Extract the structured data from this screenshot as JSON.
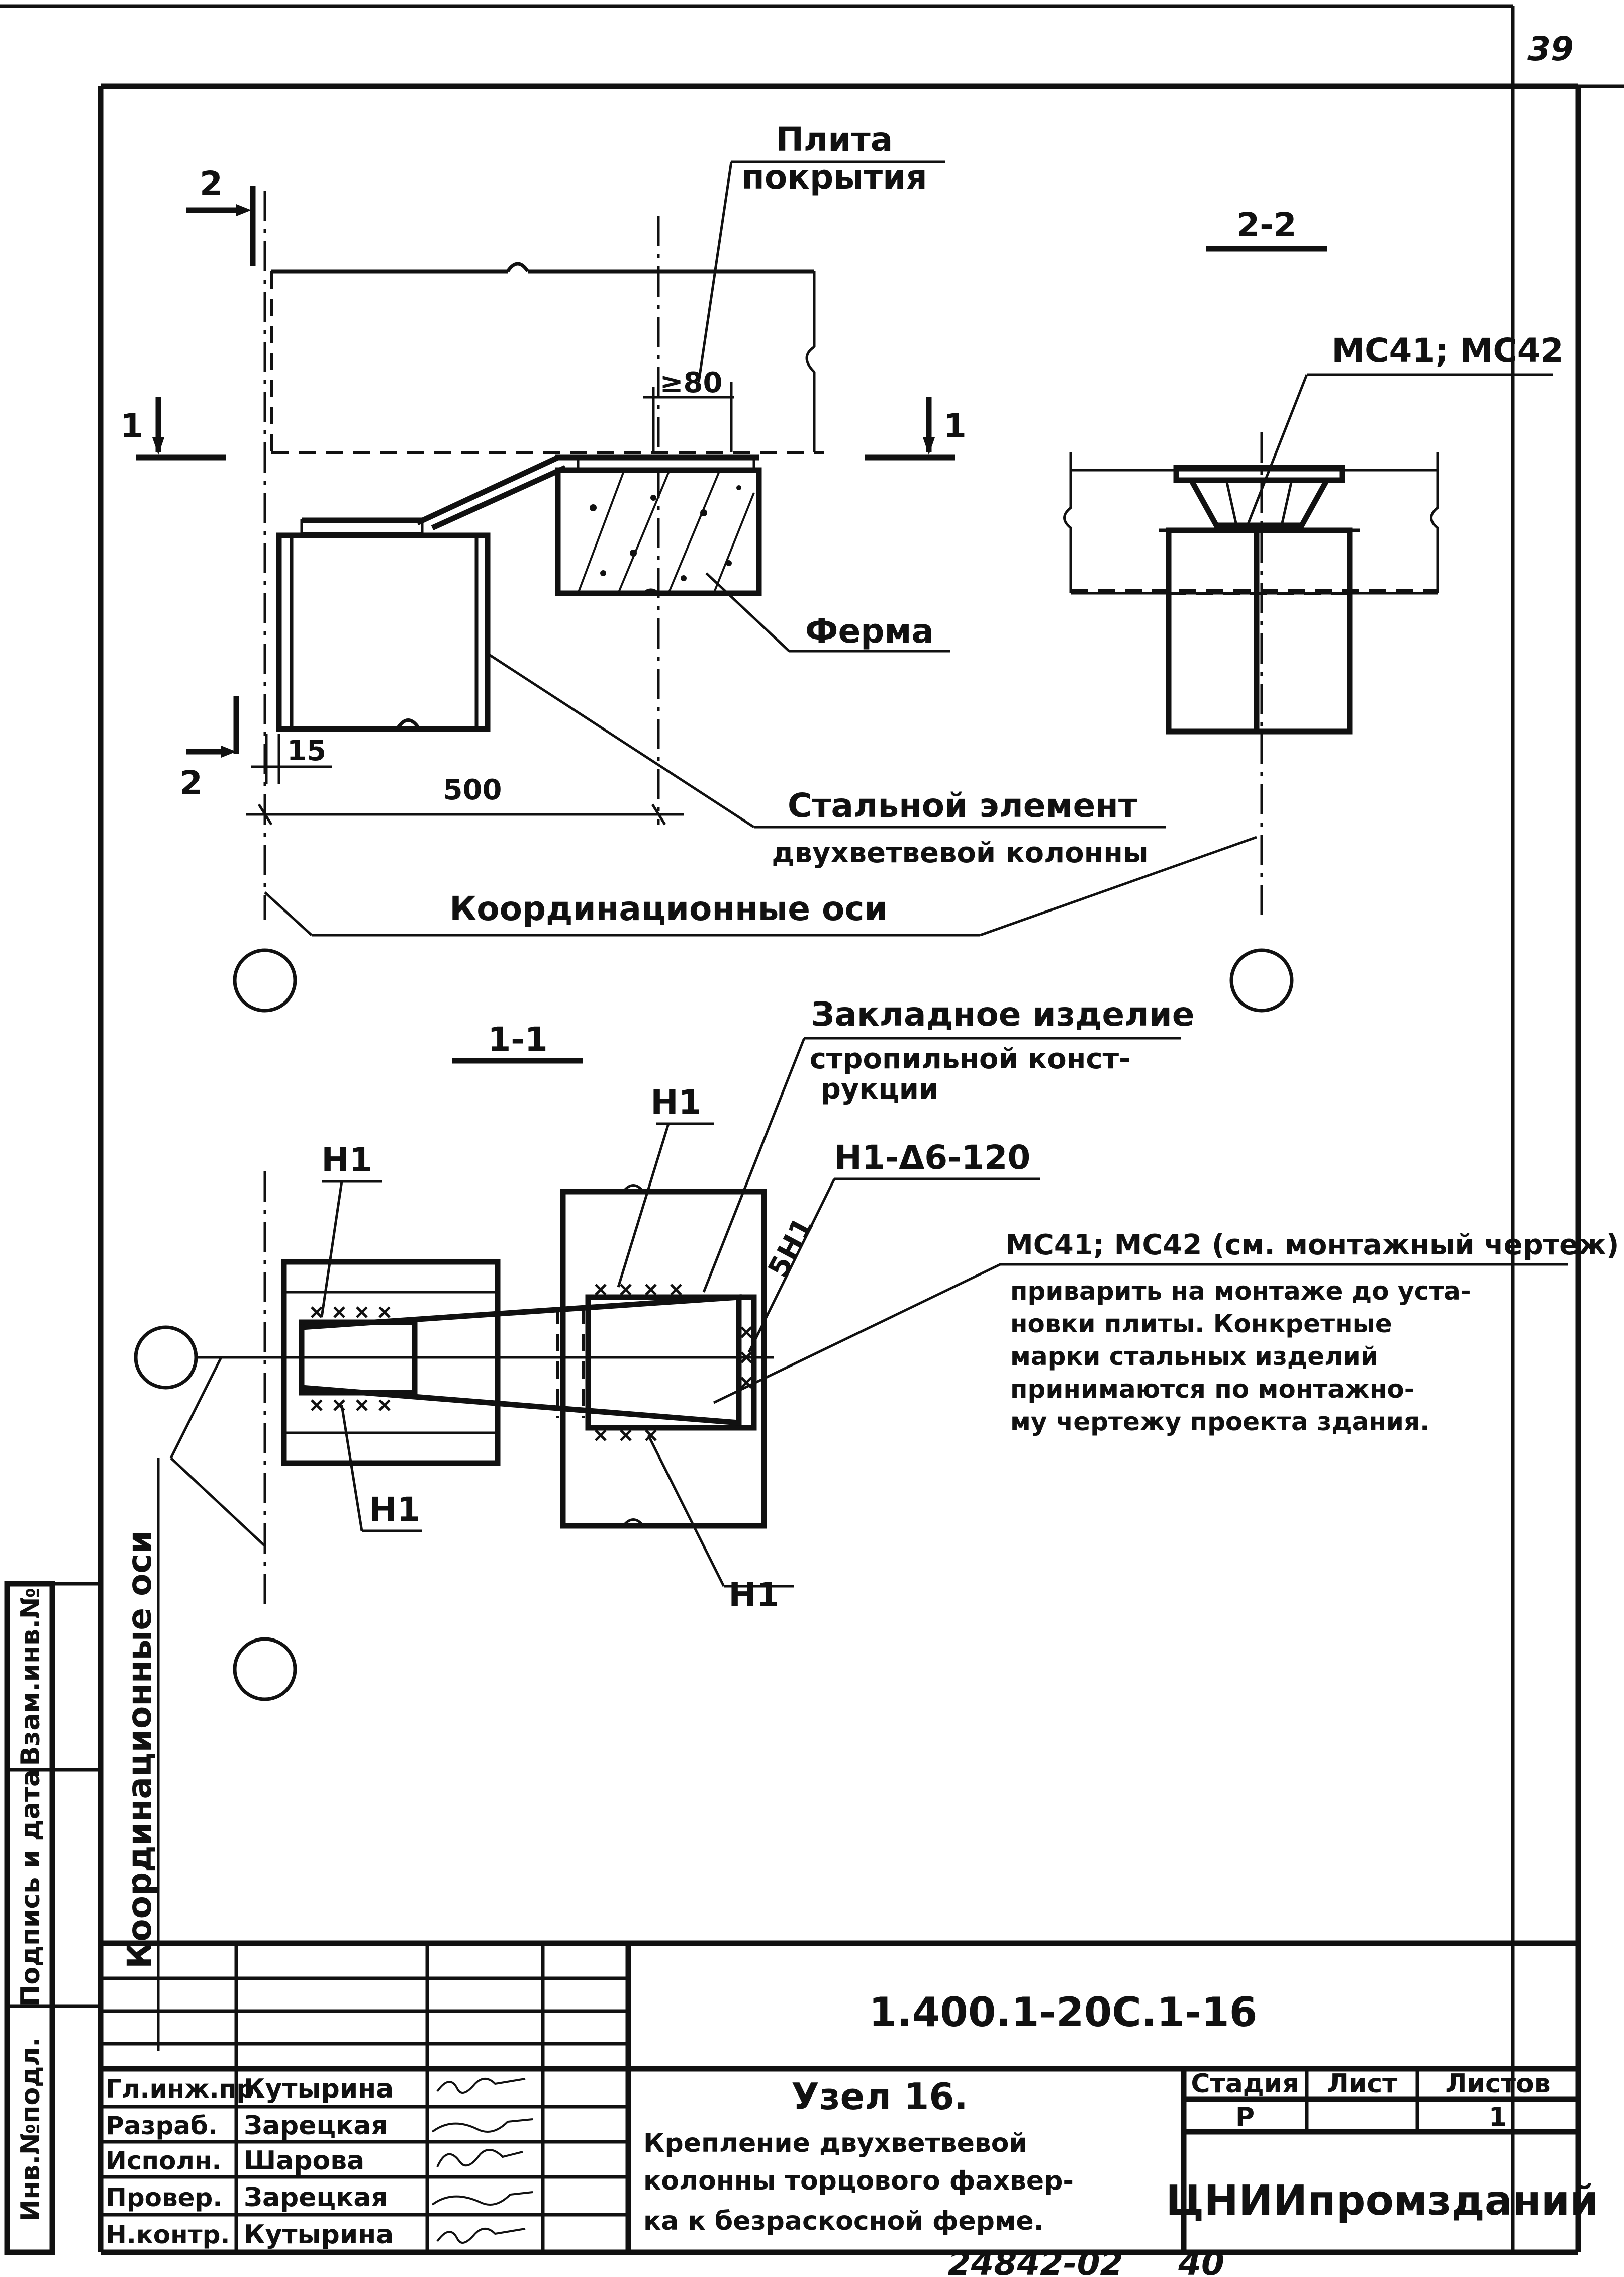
{
  "page_number": "39",
  "labels": {
    "plate_line1": "Плита",
    "plate_line2": "покрытия",
    "section_22": "2-2",
    "section_11": "1-1",
    "mark_22": "2",
    "mark_11": "1",
    "marks_mc": "МС41; МС42",
    "dim_80": "≥80",
    "truss": "Ферма",
    "dim_15": "15",
    "dim_500": "500",
    "steel_element_line1": "Стальной элемент",
    "steel_element_line2": "двухветвевой колонны",
    "coord_axes": "Координационные оси",
    "coord_axes_vertical": "Координационные оси",
    "embedded_line1": "Закладное изделие",
    "embedded_line2": "стропильной конст-",
    "embedded_line3": "рукции",
    "n1": "Н1",
    "weld_spec": "Н1-Δ6-120",
    "weld_5n1": "5Н1",
    "note_title": "МС41; МС42 (см. монтажный чертеж)",
    "note_lines": [
      "приварить на монтаже до уста-",
      "новки плиты. Конкретные",
      "марки стальных изделий",
      "принимаются по монтажно-",
      "му чертежу проекта здания."
    ]
  },
  "title_block": {
    "side_labels": [
      "Инв.№подл.",
      "Подпись и дата",
      "Взам.инв.№"
    ],
    "code": "1.400.1-20С.1-16",
    "roles": [
      {
        "role": "Гл.инж.пр.",
        "name": "Кутырина"
      },
      {
        "role": "Разраб.",
        "name": "Зарецкая"
      },
      {
        "role": "Исполн.",
        "name": "Шарова"
      },
      {
        "role": "Провер.",
        "name": "Зарецкая"
      },
      {
        "role": "Н.контр.",
        "name": "Кутырина"
      }
    ],
    "title_line1": "Узел 16.",
    "title_line2": "Крепление двухветвевой",
    "title_line3": "колонны торцового фахвер-",
    "title_line4": "ка к безраскосной ферме.",
    "stage_label": "Стадия",
    "sheet_label": "Лист",
    "sheets_label": "Листов",
    "stage": "Р",
    "sheets": "1",
    "organization": "ЦНИИпромзданий"
  },
  "footer": {
    "number": "24842-02",
    "page": "40"
  }
}
